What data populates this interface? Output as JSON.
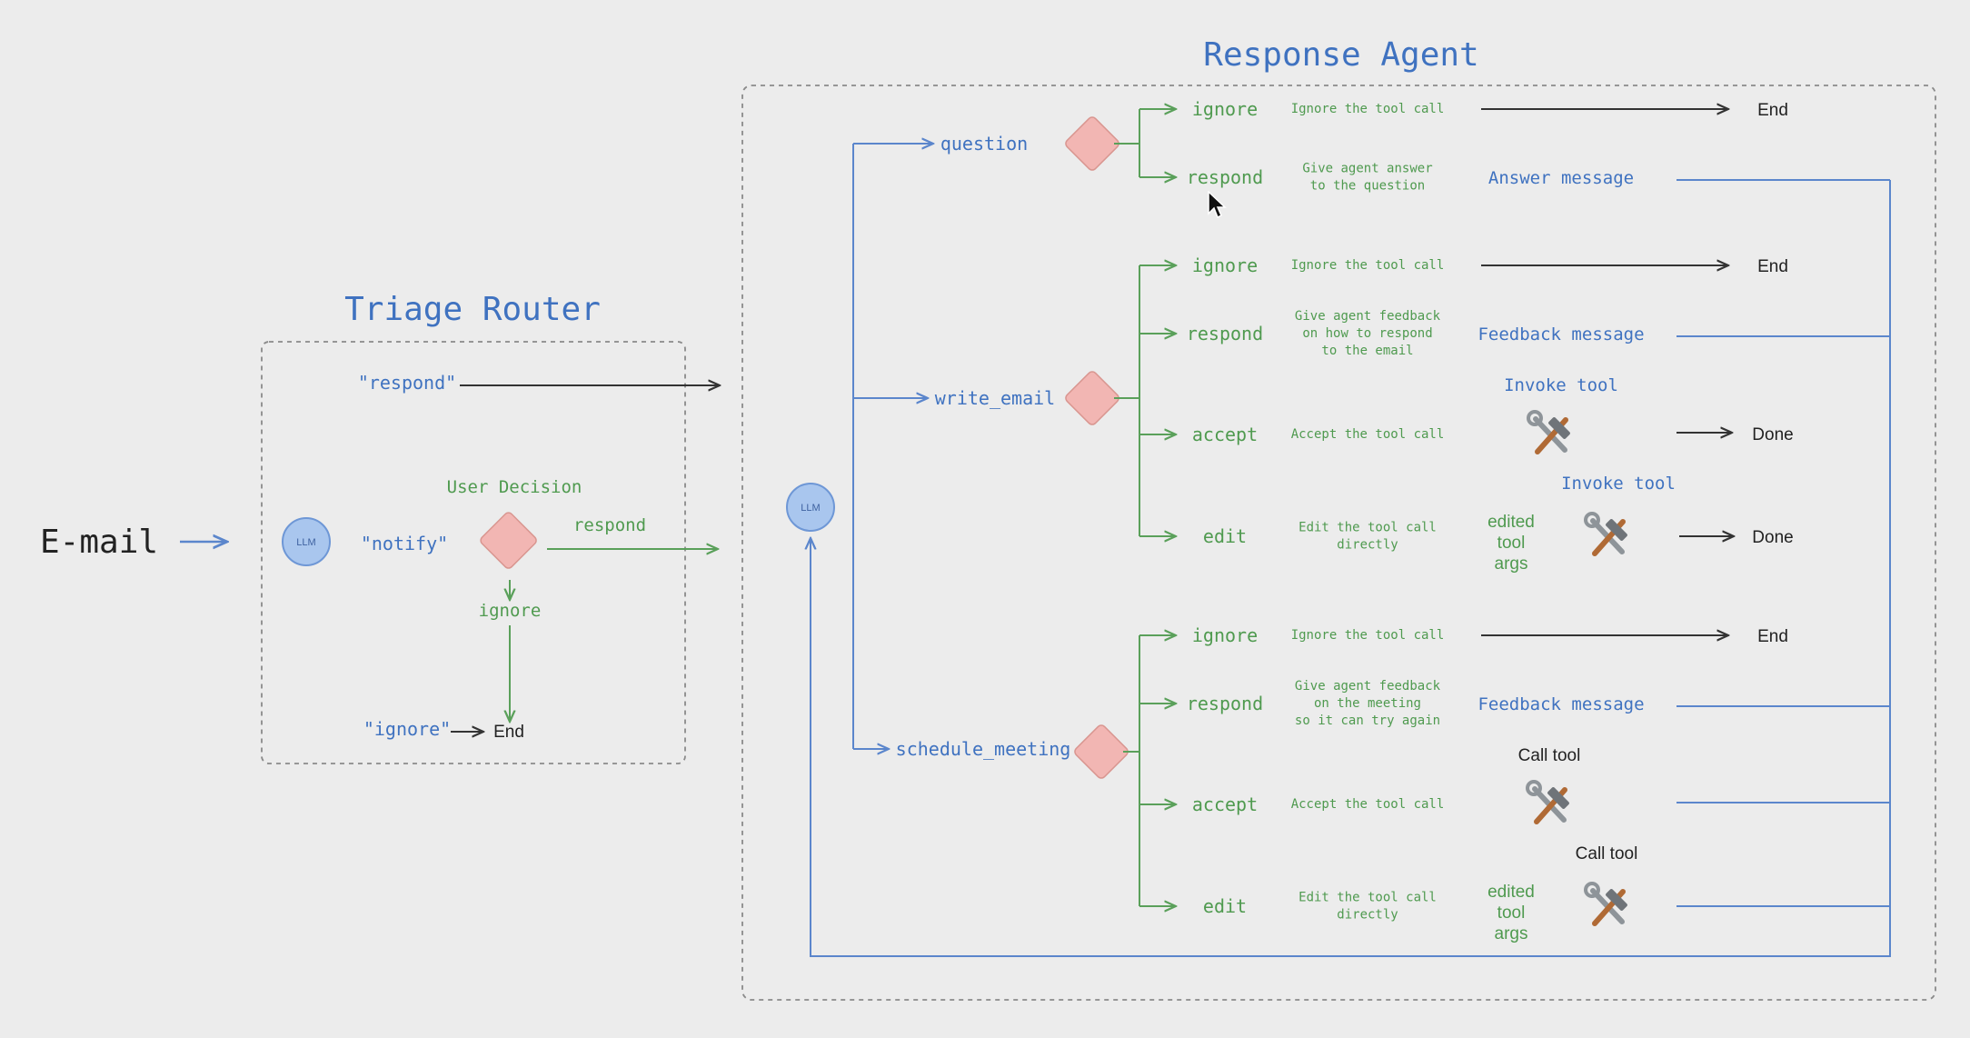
{
  "colors": {
    "background": "#ececec",
    "blue": "#3f72c0",
    "blue_line": "#5b86cc",
    "green": "#4f9a4f",
    "green_line": "#5aa05a",
    "dark": "#222222",
    "grey_line": "#333333",
    "diamond": "#f2b6b3",
    "diamond_edge": "#d99690",
    "llm_fill": "#a9c6ee",
    "llm_edge": "#6e97d6",
    "dashed_box": "#8a8a8a"
  },
  "email_label": "E-mail",
  "triage": {
    "title": "Triage Router",
    "respond_quoted": "\"respond\"",
    "notify_quoted": "\"notify\"",
    "ignore_quoted": "\"ignore\"",
    "user_decision": "User Decision",
    "respond": "respond",
    "ignore": "ignore",
    "end": "End",
    "llm": "LLM"
  },
  "response_agent": {
    "title": "Response Agent",
    "llm": "LLM",
    "tools": [
      {
        "name": "question",
        "options": [
          {
            "action": "ignore",
            "description": [
              "Ignore the tool call"
            ],
            "result": "End"
          },
          {
            "action": "respond",
            "description": [
              "Give agent answer",
              "to the question"
            ],
            "message": "Answer message"
          }
        ]
      },
      {
        "name": "write_email",
        "options": [
          {
            "action": "ignore",
            "description": [
              "Ignore the tool call"
            ],
            "result": "End"
          },
          {
            "action": "respond",
            "description": [
              "Give agent feedback",
              "on how to respond",
              "to the email"
            ],
            "message": "Feedback message"
          },
          {
            "action": "accept",
            "description": [
              "Accept the tool call"
            ],
            "tool_label": "Invoke tool",
            "icon": "hammer-wrench-icon",
            "result": "Done"
          },
          {
            "action": "edit",
            "description": [
              "Edit the tool call",
              "directly"
            ],
            "args_label": [
              "edited",
              "tool",
              "args"
            ],
            "tool_label": "Invoke tool",
            "icon": "hammer-wrench-icon",
            "result": "Done"
          }
        ]
      },
      {
        "name": "schedule_meeting",
        "options": [
          {
            "action": "ignore",
            "description": [
              "Ignore the tool call"
            ],
            "result": "End"
          },
          {
            "action": "respond",
            "description": [
              "Give agent feedback",
              "on the meeting",
              "so it can try again"
            ],
            "message": "Feedback message"
          },
          {
            "action": "accept",
            "description": [
              "Accept the tool call"
            ],
            "tool_label": "Call tool",
            "icon": "hammer-wrench-icon"
          },
          {
            "action": "edit",
            "description": [
              "Edit the tool call",
              "directly"
            ],
            "args_label": [
              "edited",
              "tool",
              "args"
            ],
            "tool_label": "Call tool",
            "icon": "hammer-wrench-icon"
          }
        ]
      }
    ]
  },
  "icons": {
    "cursor": "mouse-pointer-icon",
    "tool": "hammer-wrench-icon"
  }
}
